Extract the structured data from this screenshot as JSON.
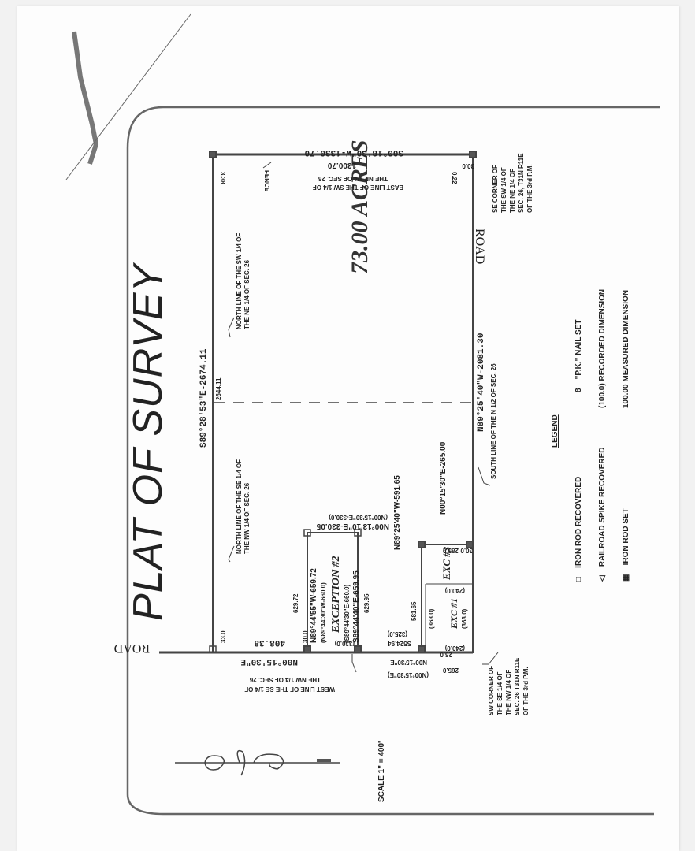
{
  "document": {
    "title": "PLAT OF SURVEY",
    "area_label": "73.00 ACRES",
    "scale": "SCALE 1\" = 400'",
    "road_labels": [
      "ROAD",
      "ROAD"
    ],
    "boundaries": {
      "north": {
        "bearing": "S00°18'30\"W-1330.70",
        "recorded": "1300.70",
        "offsets": [
          "3.38",
          "0.22",
          "30.0"
        ]
      },
      "north_note": [
        "EAST LINE OF THE SW 1/4 OF",
        "THE NE 1/4 OF SEC. 26"
      ],
      "fence": "FENCE",
      "west": {
        "bearing": "S89°28'53\"E-2674.11",
        "recorded": "2644.11"
      },
      "west_note_upper": [
        "NORTH LINE OF THE SW 1/4 OF",
        "THE NE 1/4 OF SEC. 26"
      ],
      "west_note_lower": [
        "NORTH LINE OF THE SE 1/4 OF",
        "THE NW 1/4 OF SEC. 26"
      ],
      "east": {
        "bearing": "N89°25'40\"W-2081.30"
      },
      "east_note": "SOUTH LINE OF THE N 1/2 OF SEC. 26",
      "south": {
        "bearing": "N00°15'30\"E",
        "recorded": "(N00°15'30\"E)",
        "length": "408.38",
        "offsets": [
          "33.0",
          "30.0"
        ]
      },
      "south_note": [
        "WEST LINE OF THE SE 1/4 OF",
        "THE NW 1/4 OF SEC. 26"
      ],
      "inner_east": "N89°25'40\"W-591.65",
      "inner_east_short": "581.65",
      "inner_north": "N00°15'30\"E-265.00",
      "s_bearing": "S524.94",
      "s_recorded": "(325.0)"
    },
    "exception2": {
      "label": "EXCEPTION #2",
      "north": "N00°13'10\"E-330.05",
      "north_recorded": "(N00°15'30\"E-330.0)",
      "west": "N89°44'55\"W-659.72",
      "west_recorded": "(N89°44'30\"W-660.0)",
      "east": "S89°44'40\"E-659.95",
      "east_recorded": "(S89°44'30\"E-660.0)",
      "west_short": "629.72",
      "east_short": "629.95",
      "south_recorded": "(330.0)",
      "offsets": [
        "30.0",
        "30.0"
      ]
    },
    "exception3": {
      "label": "EXC #3",
      "dims": [
        "285.0",
        "30.0"
      ]
    },
    "exception1": {
      "label": "EXC #1",
      "dims": [
        "(240.0)",
        "(240.0)",
        "(363.0)",
        "(363.0)",
        "25.0",
        "265.0"
      ]
    },
    "corners": {
      "se": [
        "SE CORNER OF",
        "THE SW 1/4 OF",
        "THE NE 1/4 OF",
        "SEC. 26, T31N R11E",
        "OF THE 3rd P.M."
      ],
      "sw": [
        "SW CORNER OF",
        "THE SE 1/4 OF",
        "THE NW 1/4 OF",
        "SEC. 26 T31N R11E",
        "OF THE 3rd P.M."
      ]
    },
    "legend": {
      "heading": "LEGEND",
      "items": [
        {
          "icon": "square-icon",
          "symbol": "□",
          "label": "IRON ROD RECOVERED"
        },
        {
          "icon": "triangle-icon",
          "symbol": "◁",
          "label": "RAILROAD SPIKE RECOVERED"
        },
        {
          "icon": "filled-square-icon",
          "symbol": "▦",
          "label": "IRON ROD SET"
        },
        {
          "icon": "nail-icon",
          "symbol": "8",
          "label": "\"P.K.\" NAIL SET"
        },
        {
          "icon": "recorded-dimension",
          "symbol": "(100.0)",
          "label": "RECORDED DIMENSION"
        },
        {
          "icon": "measured-dimension",
          "symbol": "100.00",
          "label": "MEASURED DIMENSION"
        }
      ]
    },
    "colors": {
      "ink": "#333333",
      "paper": "#fdfdfd",
      "background": "#f2f2f2"
    }
  }
}
